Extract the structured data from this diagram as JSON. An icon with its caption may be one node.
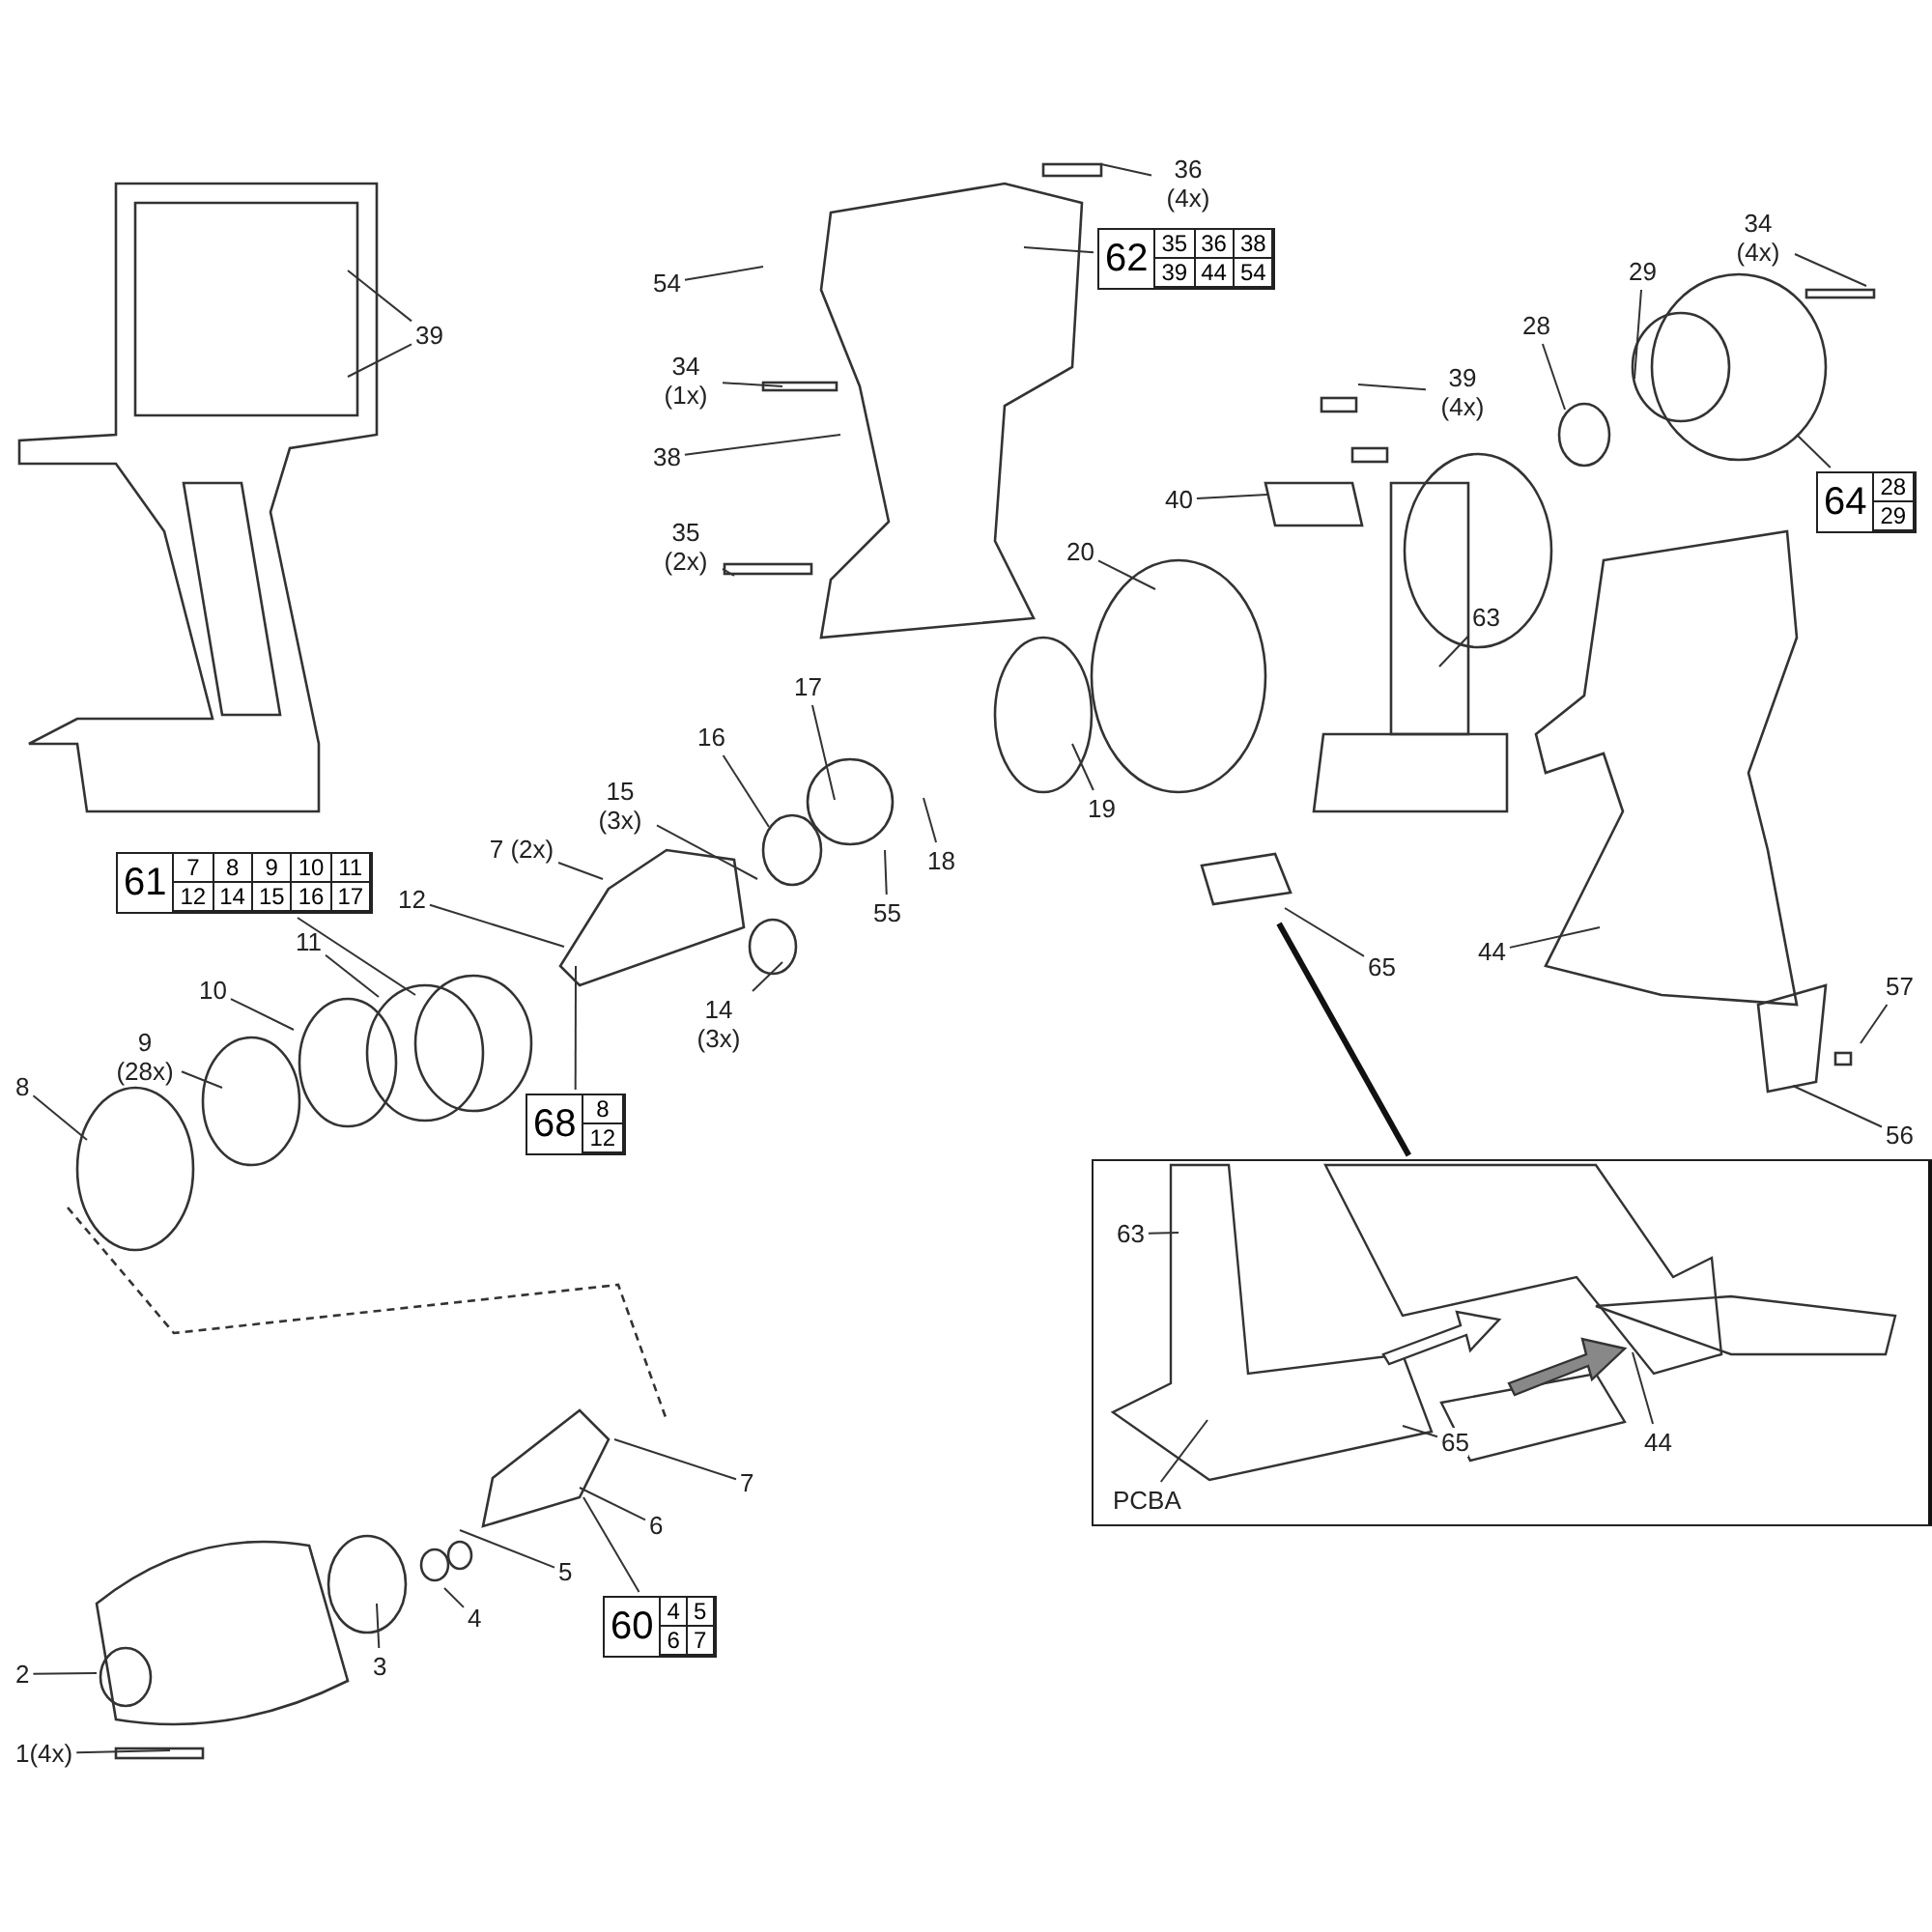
{
  "diagram": {
    "nodes": [
      {
        "text": [
          "36 (4x)"
        ]
      },
      {
        "text": [
          "54"
        ]
      },
      {
        "text": [
          "62",
          "35",
          "36",
          "38",
          "39",
          "44",
          "54"
        ]
      },
      {
        "text": [
          "34 (1x)"
        ]
      },
      {
        "text": [
          "39"
        ]
      },
      {
        "text": [
          "38"
        ]
      },
      {
        "text": [
          "34 (4x)"
        ]
      },
      {
        "text": [
          "29"
        ]
      },
      {
        "text": [
          "28"
        ]
      },
      {
        "text": [
          "39 (4x)"
        ]
      },
      {
        "text": [
          "35 (2x)"
        ]
      },
      {
        "text": [
          "64",
          "28",
          "29"
        ]
      },
      {
        "text": [
          "40"
        ]
      },
      {
        "text": [
          "20"
        ]
      },
      {
        "text": [
          "63"
        ]
      },
      {
        "text": [
          "17"
        ]
      },
      {
        "text": [
          "16"
        ]
      },
      {
        "text": [
          "15 (3x)"
        ]
      },
      {
        "text": [
          "19"
        ]
      },
      {
        "text": [
          "18"
        ]
      },
      {
        "text": [
          "61",
          "7",
          "8",
          "9",
          "10",
          "11",
          "12",
          "14",
          "15",
          "16",
          "17"
        ]
      },
      {
        "text": [
          "7 (2x)"
        ]
      },
      {
        "text": [
          "55"
        ]
      },
      {
        "text": [
          "12"
        ]
      },
      {
        "text": [
          "65"
        ]
      },
      {
        "text": [
          "11"
        ]
      },
      {
        "text": [
          "14 (3x)"
        ]
      },
      {
        "text": [
          "10"
        ]
      },
      {
        "text": [
          "44"
        ]
      },
      {
        "text": [
          "9 (28x)"
        ]
      },
      {
        "text": [
          "57"
        ]
      },
      {
        "text": [
          "8"
        ]
      },
      {
        "text": [
          "68",
          "8",
          "12"
        ]
      },
      {
        "text": [
          "56"
        ]
      },
      {
        "text": [],
        "shape": "picture"
      },
      {
        "text": [
          "63"
        ],
        "in": 34
      },
      {
        "text": [
          "44"
        ],
        "in": 34
      },
      {
        "text": [
          "65"
        ],
        "in": 34
      },
      {
        "text": [
          "PCBA"
        ],
        "in": 34
      },
      {
        "text": [
          "7"
        ]
      },
      {
        "text": [
          "6"
        ]
      },
      {
        "text": [
          "5"
        ]
      },
      {
        "text": [
          "60",
          "4",
          "5",
          "6",
          "7"
        ]
      },
      {
        "text": [
          "4"
        ]
      },
      {
        "text": [
          "3"
        ]
      },
      {
        "text": [
          "2"
        ]
      },
      {
        "text": [
          "1(4x)"
        ]
      }
    ],
    "edges": [
      {
        "from": 0,
        "to": null,
        "arrow": "none"
      },
      {
        "from": 1,
        "to": null,
        "arrow": "none"
      },
      {
        "from": 2,
        "to": null,
        "arrow": "none"
      },
      {
        "from": 3,
        "to": null,
        "arrow": "none"
      },
      {
        "from": 4,
        "to": null,
        "arrow": "none"
      },
      {
        "from": 4,
        "to": null,
        "arrow": "none"
      },
      {
        "from": 5,
        "to": null,
        "arrow": "none"
      },
      {
        "from": 6,
        "to": null,
        "arrow": "none"
      },
      {
        "from": 7,
        "to": null,
        "arrow": "none"
      },
      {
        "from": 8,
        "to": null,
        "arrow": "none"
      },
      {
        "from": 9,
        "to": null,
        "arrow": "none"
      },
      {
        "from": 10,
        "to": null,
        "arrow": "none"
      },
      {
        "from": 11,
        "to": null,
        "arrow": "none"
      },
      {
        "from": 12,
        "to": null,
        "arrow": "none"
      },
      {
        "from": 13,
        "to": null,
        "arrow": "none"
      },
      {
        "from": 14,
        "to": null,
        "arrow": "none"
      },
      {
        "from": 15,
        "to": null,
        "arrow": "none"
      },
      {
        "from": 16,
        "to": null,
        "arrow": "none"
      },
      {
        "from": 17,
        "to": null,
        "arrow": "none"
      },
      {
        "from": 18,
        "to": null,
        "arrow": "none"
      },
      {
        "from": 19,
        "to": null,
        "arrow": "none"
      },
      {
        "from": 20,
        "to": null,
        "arrow": "none"
      },
      {
        "from": 21,
        "to": null,
        "arrow": "none"
      },
      {
        "from": 22,
        "to": null,
        "arrow": "none"
      },
      {
        "from": 23,
        "to": null,
        "arrow": "none"
      },
      {
        "from": 24,
        "to": null,
        "arrow": "none"
      },
      {
        "from": 25,
        "to": null,
        "arrow": "none"
      },
      {
        "from": 26,
        "to": null,
        "arrow": "none"
      },
      {
        "from": 27,
        "to": null,
        "arrow": "none"
      },
      {
        "from": 28,
        "to": null,
        "arrow": "none"
      },
      {
        "from": 29,
        "to": null,
        "arrow": "none"
      },
      {
        "from": 30,
        "to": null,
        "arrow": "none"
      },
      {
        "from": 31,
        "to": null,
        "arrow": "none"
      },
      {
        "from": 32,
        "to": null,
        "arrow": "none"
      },
      {
        "from": 33,
        "to": null,
        "arrow": "none"
      },
      {
        "from": null,
        "to": 34,
        "arrow": "none",
        "style": "thick"
      },
      {
        "from": 35,
        "to": null,
        "arrow": "none"
      },
      {
        "from": 36,
        "to": null,
        "arrow": "none"
      },
      {
        "from": 37,
        "to": null,
        "arrow": "none"
      },
      {
        "from": 38,
        "to": null,
        "arrow": "none"
      },
      {
        "from": 39,
        "to": null,
        "arrow": "none"
      },
      {
        "from": 40,
        "to": null,
        "arrow": "none"
      },
      {
        "from": 41,
        "to": null,
        "arrow": "none"
      },
      {
        "from": 42,
        "to": null,
        "arrow": "none"
      },
      {
        "from": 43,
        "to": null,
        "arrow": "none"
      },
      {
        "from": 44,
        "to": null,
        "arrow": "none"
      },
      {
        "from": 45,
        "to": null,
        "arrow": "none"
      },
      {
        "from": 46,
        "to": null,
        "arrow": "none"
      }
    ]
  }
}
